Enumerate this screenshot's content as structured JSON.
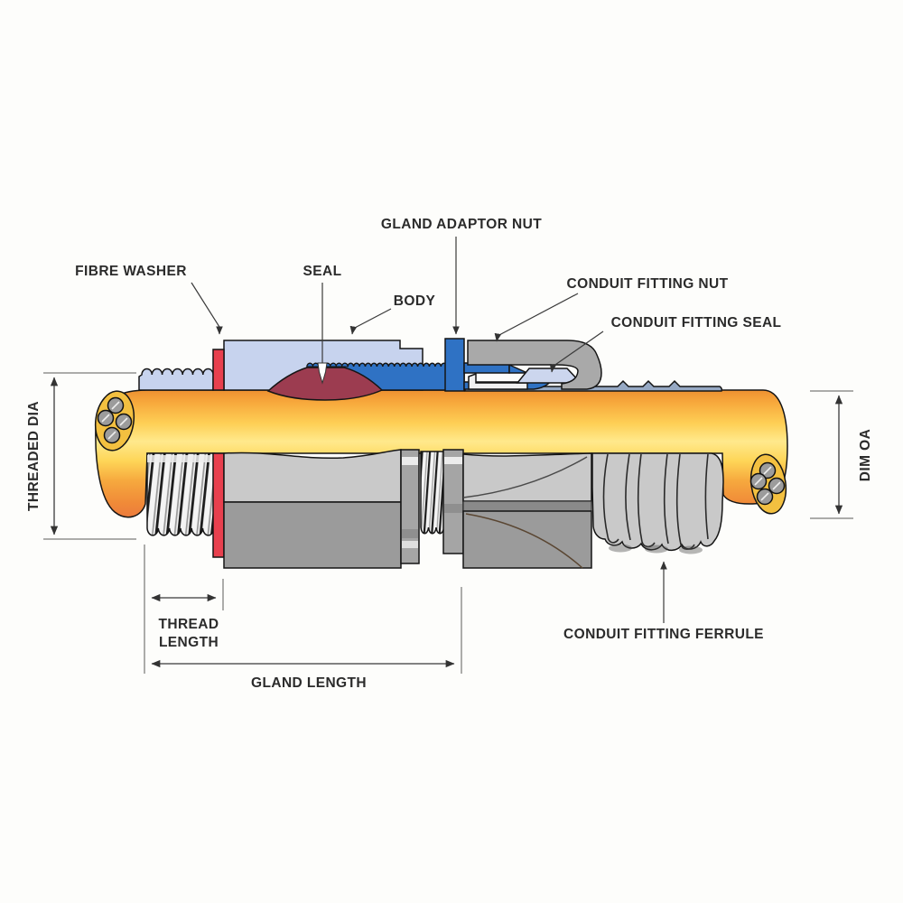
{
  "labels": {
    "gland_adaptor_nut": "GLAND ADAPTOR NUT",
    "fibre_washer": "FIBRE WASHER",
    "seal": "SEAL",
    "body": "BODY",
    "conduit_fitting_nut": "CONDUIT FITTING NUT",
    "conduit_fitting_seal": "CONDUIT FITTING SEAL",
    "conduit_fitting_ferrule": "CONDUIT FITTING FERRULE"
  },
  "dimensions": {
    "threaded_dia": "THREADED DIA",
    "dim_oa": "DIM OA",
    "thread_length_line1": "THREAD",
    "thread_length_line2": "LENGTH",
    "gland_length": "GLAND LENGTH"
  },
  "colors": {
    "background": "#fdfdfb",
    "body_blue": "#c7d3ee",
    "adaptor_nut_blue": "#2f72c4",
    "seal_maroon": "#9c3c50",
    "fibre_washer_red": "#e8404e",
    "conduit_nut_gray": "#a9a9a9",
    "conduit_seal_blue": "#ccd6ee",
    "conduit_liner_gray": "#96a9c4",
    "channel_white": "#f1f1f1",
    "cable_end_yellow": "#f3c040",
    "core_gray": "#9c9c9c",
    "metal_light": "#c9c9c9",
    "metal_mid": "#a5a5a5",
    "metal_dark": "#9b9b9b",
    "band_dark": "#8a8a8a",
    "line_dark": "#2b2b2b"
  }
}
